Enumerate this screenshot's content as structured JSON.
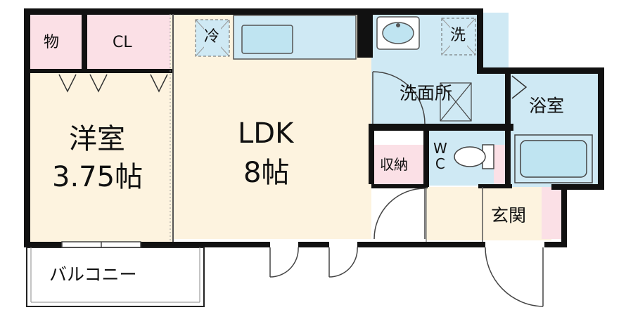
{
  "rooms": {
    "western_room": {
      "name": "洋室",
      "size": "3.75帖"
    },
    "ldk": {
      "name": "LDK",
      "size": "8帖"
    },
    "storage": "物",
    "closet": "CL",
    "fridge": "冷",
    "washer": "洗",
    "washroom": "洗面所",
    "bathroom": "浴室",
    "wc": "W\nC",
    "closet_storage": "収納",
    "entrance": "玄関",
    "balcony": "バルコニー"
  },
  "colors": {
    "wall": "#111111",
    "wood_floor": "#fdf3df",
    "wet_area": "#cfe9f4",
    "storage_pink": "#fbe0e6",
    "balcony_floor": "#ffffff",
    "fixture_fill": "#bfe4f1"
  }
}
